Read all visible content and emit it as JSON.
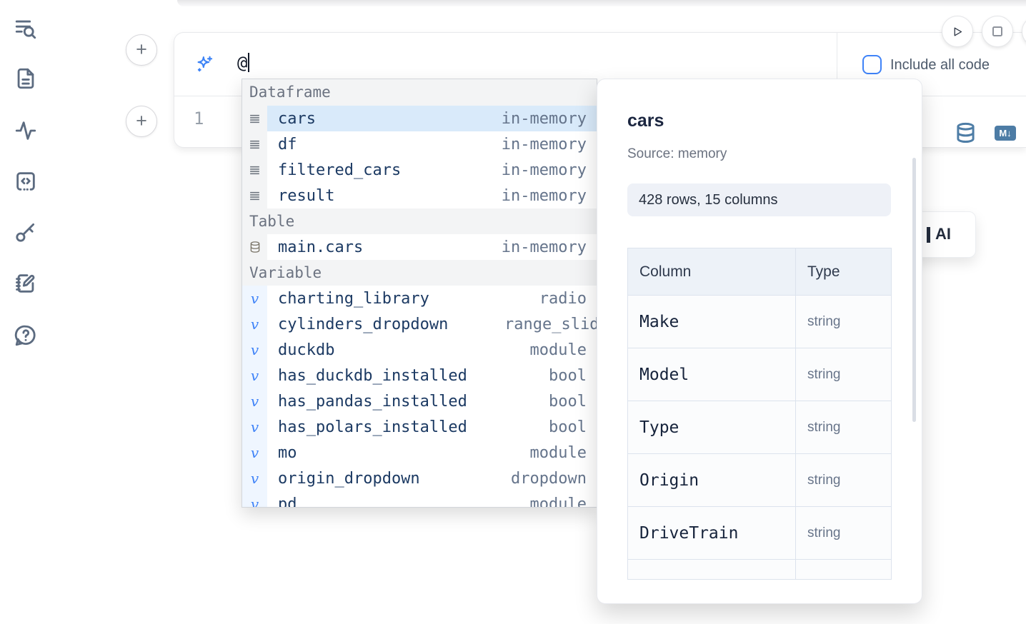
{
  "sidebar": {
    "icons": [
      {
        "name": "list-search-icon"
      },
      {
        "name": "file-text-icon"
      },
      {
        "name": "activity-icon"
      },
      {
        "name": "square-dashed-code-icon"
      },
      {
        "name": "key-icon"
      },
      {
        "name": "notebook-pen-icon"
      },
      {
        "name": "help-chat-icon"
      }
    ]
  },
  "toolbar": {
    "play_button": "run",
    "stop_button": "stop"
  },
  "ai_prompt": {
    "value": "@",
    "include_all_code_label": "Include all code",
    "accent_color": "#3b82f6"
  },
  "editor_cell": {
    "line_number": "1",
    "markdown_badge": "M↓"
  },
  "completion": {
    "sections": [
      {
        "label": "Dataframe",
        "items": [
          {
            "name": "cars",
            "type": "in-memory",
            "selected": true
          },
          {
            "name": "df",
            "type": "in-memory"
          },
          {
            "name": "filtered_cars",
            "type": "in-memory"
          },
          {
            "name": "result",
            "type": "in-memory"
          }
        ]
      },
      {
        "label": "Table",
        "items": [
          {
            "name": "main.cars",
            "type": "in-memory"
          }
        ]
      },
      {
        "label": "Variable",
        "items": [
          {
            "name": "charting_library",
            "type": "radio"
          },
          {
            "name": "cylinders_dropdown",
            "type": "range_slider"
          },
          {
            "name": "duckdb",
            "type": "module"
          },
          {
            "name": "has_duckdb_installed",
            "type": "bool"
          },
          {
            "name": "has_pandas_installed",
            "type": "bool"
          },
          {
            "name": "has_polars_installed",
            "type": "bool"
          },
          {
            "name": "mo",
            "type": "module"
          },
          {
            "name": "origin_dropdown",
            "type": "dropdown"
          },
          {
            "name": "pd",
            "type": "module"
          }
        ]
      }
    ],
    "selected_row_color": "#d9eafa"
  },
  "preview_panel": {
    "title": "cars",
    "source": "Source: memory",
    "shape": "428 rows, 15 columns",
    "schema": {
      "headers": [
        "Column",
        "Type"
      ],
      "rows": [
        {
          "column": "Make",
          "type": "string"
        },
        {
          "column": "Model",
          "type": "string"
        },
        {
          "column": "Type",
          "type": "string"
        },
        {
          "column": "Origin",
          "type": "string"
        },
        {
          "column": "DriveTrain",
          "type": "string"
        }
      ]
    }
  },
  "ai_button": {
    "visible_fragment": "AI"
  },
  "colors": {
    "steel_blue": "#4d7ca5",
    "icon_slate": "#5c6b80",
    "name_navy": "#1c3a63",
    "type_gray": "#65748b"
  }
}
